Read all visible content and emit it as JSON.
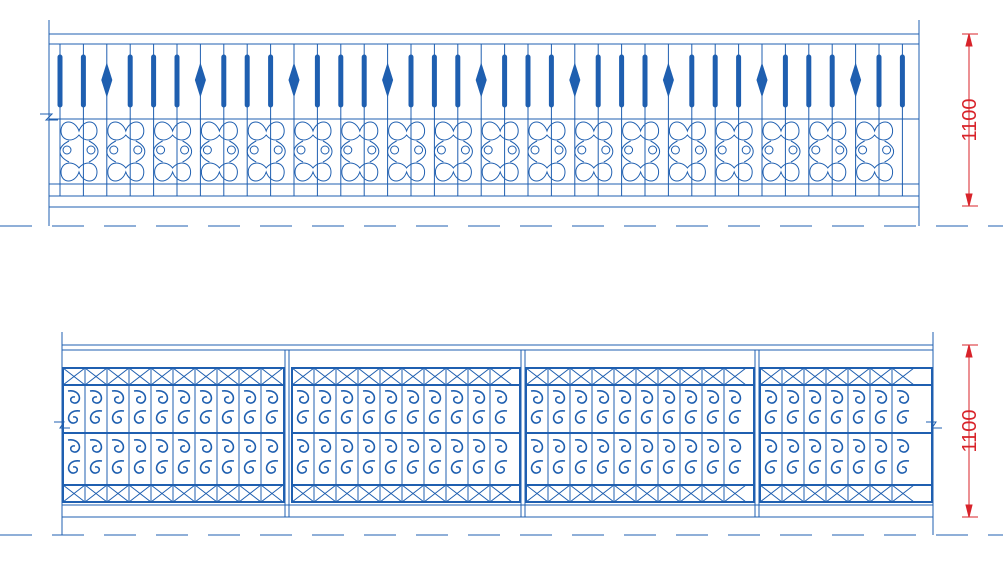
{
  "colors": {
    "line": "#1f5fb0",
    "dimension": "#d8232a",
    "background": "#ffffff"
  },
  "railings": [
    {
      "style": "baluster-with-scroll-band",
      "height_label": "1100"
    },
    {
      "style": "scroll-grille-panels",
      "panel_count": 4,
      "height_label": "1100"
    }
  ]
}
